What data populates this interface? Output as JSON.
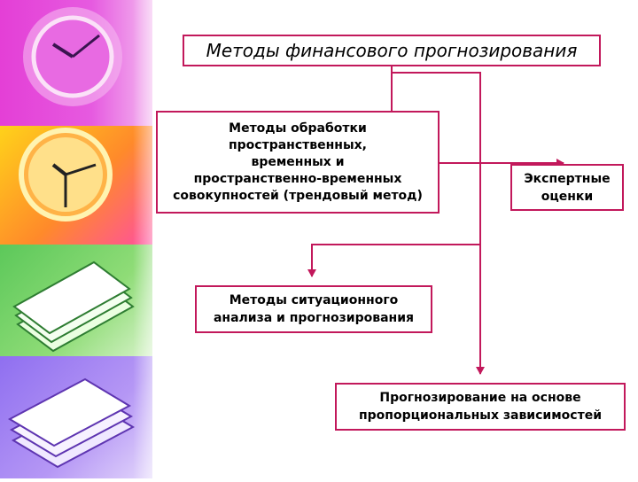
{
  "diagram": {
    "title": "Методы финансового прогнозирования",
    "nodes": [
      {
        "id": "trend",
        "label": "Методы обработки\nпространственных,\nвременных и\nпространственно-временных\nсовокупностей (трендовый метод)"
      },
      {
        "id": "expert",
        "label": "Экспертные\nоценки"
      },
      {
        "id": "situational",
        "label": "Методы ситуационного\nанализа и прогнозирования"
      },
      {
        "id": "proportional",
        "label": "Прогнозирование на основе\nпропорциональных зависимостей"
      }
    ],
    "edges": [
      {
        "from": "title",
        "to": "trend"
      },
      {
        "from": "title",
        "to": "expert"
      },
      {
        "from": "title",
        "to": "situational"
      },
      {
        "from": "title",
        "to": "proportional"
      }
    ]
  },
  "decor": {
    "left_strips": [
      "purple clock",
      "orange clock",
      "green papers",
      "violet papers"
    ]
  },
  "colors": {
    "line": "#c2185b",
    "box_border": "#c2185b",
    "text": "#000000"
  }
}
